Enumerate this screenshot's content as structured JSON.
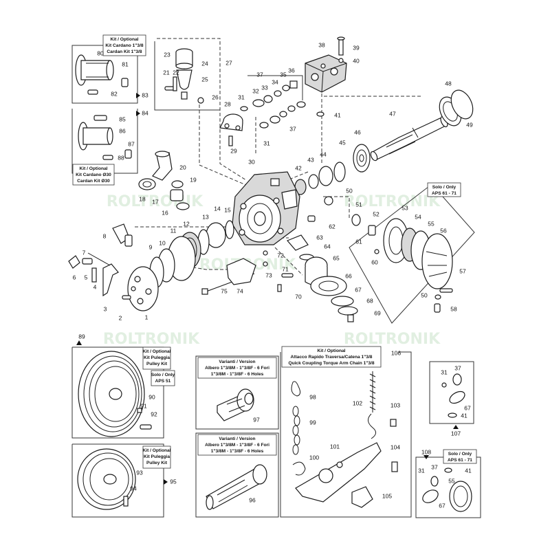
{
  "watermark": "ROLTRONIK",
  "labels": {
    "kit_cardano_38_l1": "Kit / Optional",
    "kit_cardano_38_l2": "Kit Cardano 1\"3/8",
    "kit_cardano_38_l3": "Cardan Kit 1\"3/8",
    "kit_cardano_30_l1": "Kit / Optional",
    "kit_cardano_30_l2": "Kit Cardano Ø30",
    "kit_cardano_30_l3": "Cardan Kit Ø30",
    "solo_aps6171_l1": "Solo / Only",
    "solo_aps6171_l2": "APS 61 - 71",
    "pulley_a_l1": "Kit / Optional",
    "pulley_a_l2": "Kit Puleggia",
    "pulley_a_l3": "Pulley Kit",
    "solo_aps51_l1": "Solo / Only",
    "solo_aps51_l2": "APS 51",
    "pulley_b_l1": "Kit / Optional",
    "pulley_b_l2": "Kit Puleggia",
    "pulley_b_l3": "Pulley Kit",
    "shaft_a_l1": "Varianti / Version",
    "shaft_a_l2": "Albero 1\"3/8M - 1\"3/8F - 6 Fori",
    "shaft_a_l3": "1\"3/8M - 1\"3/8F - 6 Holes",
    "shaft_b_l1": "Varianti / Version",
    "shaft_b_l2": "Albero 1\"3/8M - 1\"3/8F - 6 Fori",
    "shaft_b_l3": "1\"3/8M - 1\"3/8F - 6 Holes",
    "coupling_l1": "Kit / Optional",
    "coupling_l2": "Attacco Rapido Traversa/Catena 1\"3/8",
    "coupling_l3": "Quick Coupling Torque Arm Chain 1\"3/8",
    "solo_aps6171b_l1": "Solo / Only",
    "solo_aps6171b_l2": "APS 61 - 71"
  },
  "callouts": {
    "n1": "1",
    "n2": "2",
    "n3": "3",
    "n4": "4",
    "n5": "5",
    "n6": "6",
    "n7": "7",
    "n8": "8",
    "n9": "9",
    "n10": "10",
    "n11": "11",
    "n12": "12",
    "n13": "13",
    "n14": "14",
    "n15": "15",
    "n16": "16",
    "n17": "17",
    "n18": "18",
    "n19": "19",
    "n20": "20",
    "n21": "21",
    "n22": "22",
    "n23": "23",
    "n24": "24",
    "n25": "25",
    "n26": "26",
    "n27": "27",
    "n28": "28",
    "n29": "29",
    "n30": "30",
    "n31a": "31",
    "n31b": "31",
    "n31c": "31",
    "n31d": "31",
    "n32": "32",
    "n33": "33",
    "n34": "34",
    "n35": "35",
    "n36": "36",
    "n37a": "37",
    "n37b": "37",
    "n37c": "37",
    "n37d": "37",
    "n38": "38",
    "n39": "39",
    "n40": "40",
    "n41a": "41",
    "n41b": "41",
    "n41c": "41",
    "n42": "42",
    "n43": "43",
    "n44": "44",
    "n45": "45",
    "n46": "46",
    "n47": "47",
    "n48": "48",
    "n49": "49",
    "n50a": "50",
    "n50b": "50",
    "n51": "51",
    "n52": "52",
    "n53": "53",
    "n54": "54",
    "n55a": "55",
    "n55b": "55",
    "n56": "56",
    "n57": "57",
    "n58": "58",
    "n60": "60",
    "n61": "61",
    "n62": "62",
    "n63": "63",
    "n64": "64",
    "n65": "65",
    "n66": "66",
    "n67a": "67",
    "n67b": "67",
    "n67c": "67",
    "n68": "68",
    "n69": "69",
    "n70": "70",
    "n71": "71",
    "n72": "72",
    "n73": "73",
    "n74": "74",
    "n75": "75",
    "n80": "80",
    "n81": "81",
    "n82": "82",
    "n83": "83",
    "n84": "84",
    "n85": "85",
    "n86": "86",
    "n87": "87",
    "n88": "88",
    "n89": "89",
    "n90": "90",
    "n91": "91",
    "n92": "92",
    "n93": "93",
    "n94": "94",
    "n95": "95",
    "n96": "96",
    "n97": "97",
    "n98": "98",
    "n99": "99",
    "n100": "100",
    "n101": "101",
    "n102": "102",
    "n103": "103",
    "n104": "104",
    "n105": "105",
    "n106": "106",
    "n107": "107",
    "n108": "108"
  }
}
